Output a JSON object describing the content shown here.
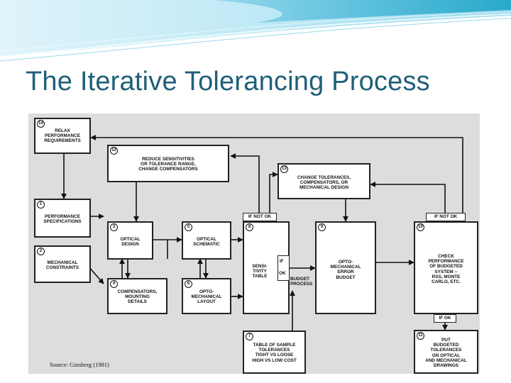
{
  "slide": {
    "title": "The Iterative Tolerancing Process"
  },
  "theme": {
    "title_color": "#1f5f78",
    "banner_light": "#bfe9f5",
    "banner_dark": "#1aa3c7",
    "diagram_bg": "#dddddd"
  },
  "diagram": {
    "source": "Source: Ginsberg (1981)",
    "boxes": {
      "b14": {
        "num": "14",
        "text": "RELAX\nPERFORMANCE\nREQUIREMENTS"
      },
      "b12": {
        "num": "12",
        "text": "REDUCE SENSITIVITIES\nOR TOLERANCE RANGE,\nCHANGE COMPENSATORS"
      },
      "b13": {
        "num": "13",
        "text": "CHANGE TOLERANCES,\nCOMPENSATORS, OR\nMECHANICAL DESIGN"
      },
      "b1": {
        "num": "1",
        "text": "PERFORMANCE\nSPECIFICATIONS"
      },
      "b2": {
        "num": "2",
        "text": "MECHANICAL\nCONSTRAINTS"
      },
      "b3": {
        "num": "3",
        "text": "OPTICAL\nDESIGN"
      },
      "b5": {
        "num": "5",
        "text": "OPTICAL\nSCHEMATIC"
      },
      "b4": {
        "num": "4",
        "text": "COMPENSATORS,\nMOUNTING\nDETAILS"
      },
      "b6": {
        "num": "6",
        "text": "OPTO-\nMECHANICAL\nLAYOUT"
      },
      "b8": {
        "num": "8",
        "text": "SENSI-\nTIVITY\nTABLE"
      },
      "b9": {
        "num": "9",
        "text": "OPTO-\nMECHANICAL\nERROR\nBUDGET"
      },
      "b10": {
        "num": "10",
        "text": "CHECK\nPERFORMANCE\nOF BUDGETED\nSYSTEM --\nRSS, MONTE\nCARLO, ETC."
      },
      "b7": {
        "num": "7",
        "text": "TABLE OF SAMPLE\nTOLERANCES\nTIGHT VS LOOSE\nHIGH VS LOW COST"
      },
      "b11": {
        "num": "11",
        "text": "PUT\nBUDGETED\nTOLERANCES\nON OPTICAL\nAND MECHANICAL\nDRAWINGS"
      }
    },
    "tags": {
      "if_not_ok_left": "IF NOT OK",
      "if_not_ok_right": "IF NOT OK",
      "if_ok_bottom": "IF OK"
    },
    "labels": {
      "if_upper": "IF",
      "ok_lower": "OK",
      "budget_process": "BUDGET\nPROCESS"
    }
  }
}
